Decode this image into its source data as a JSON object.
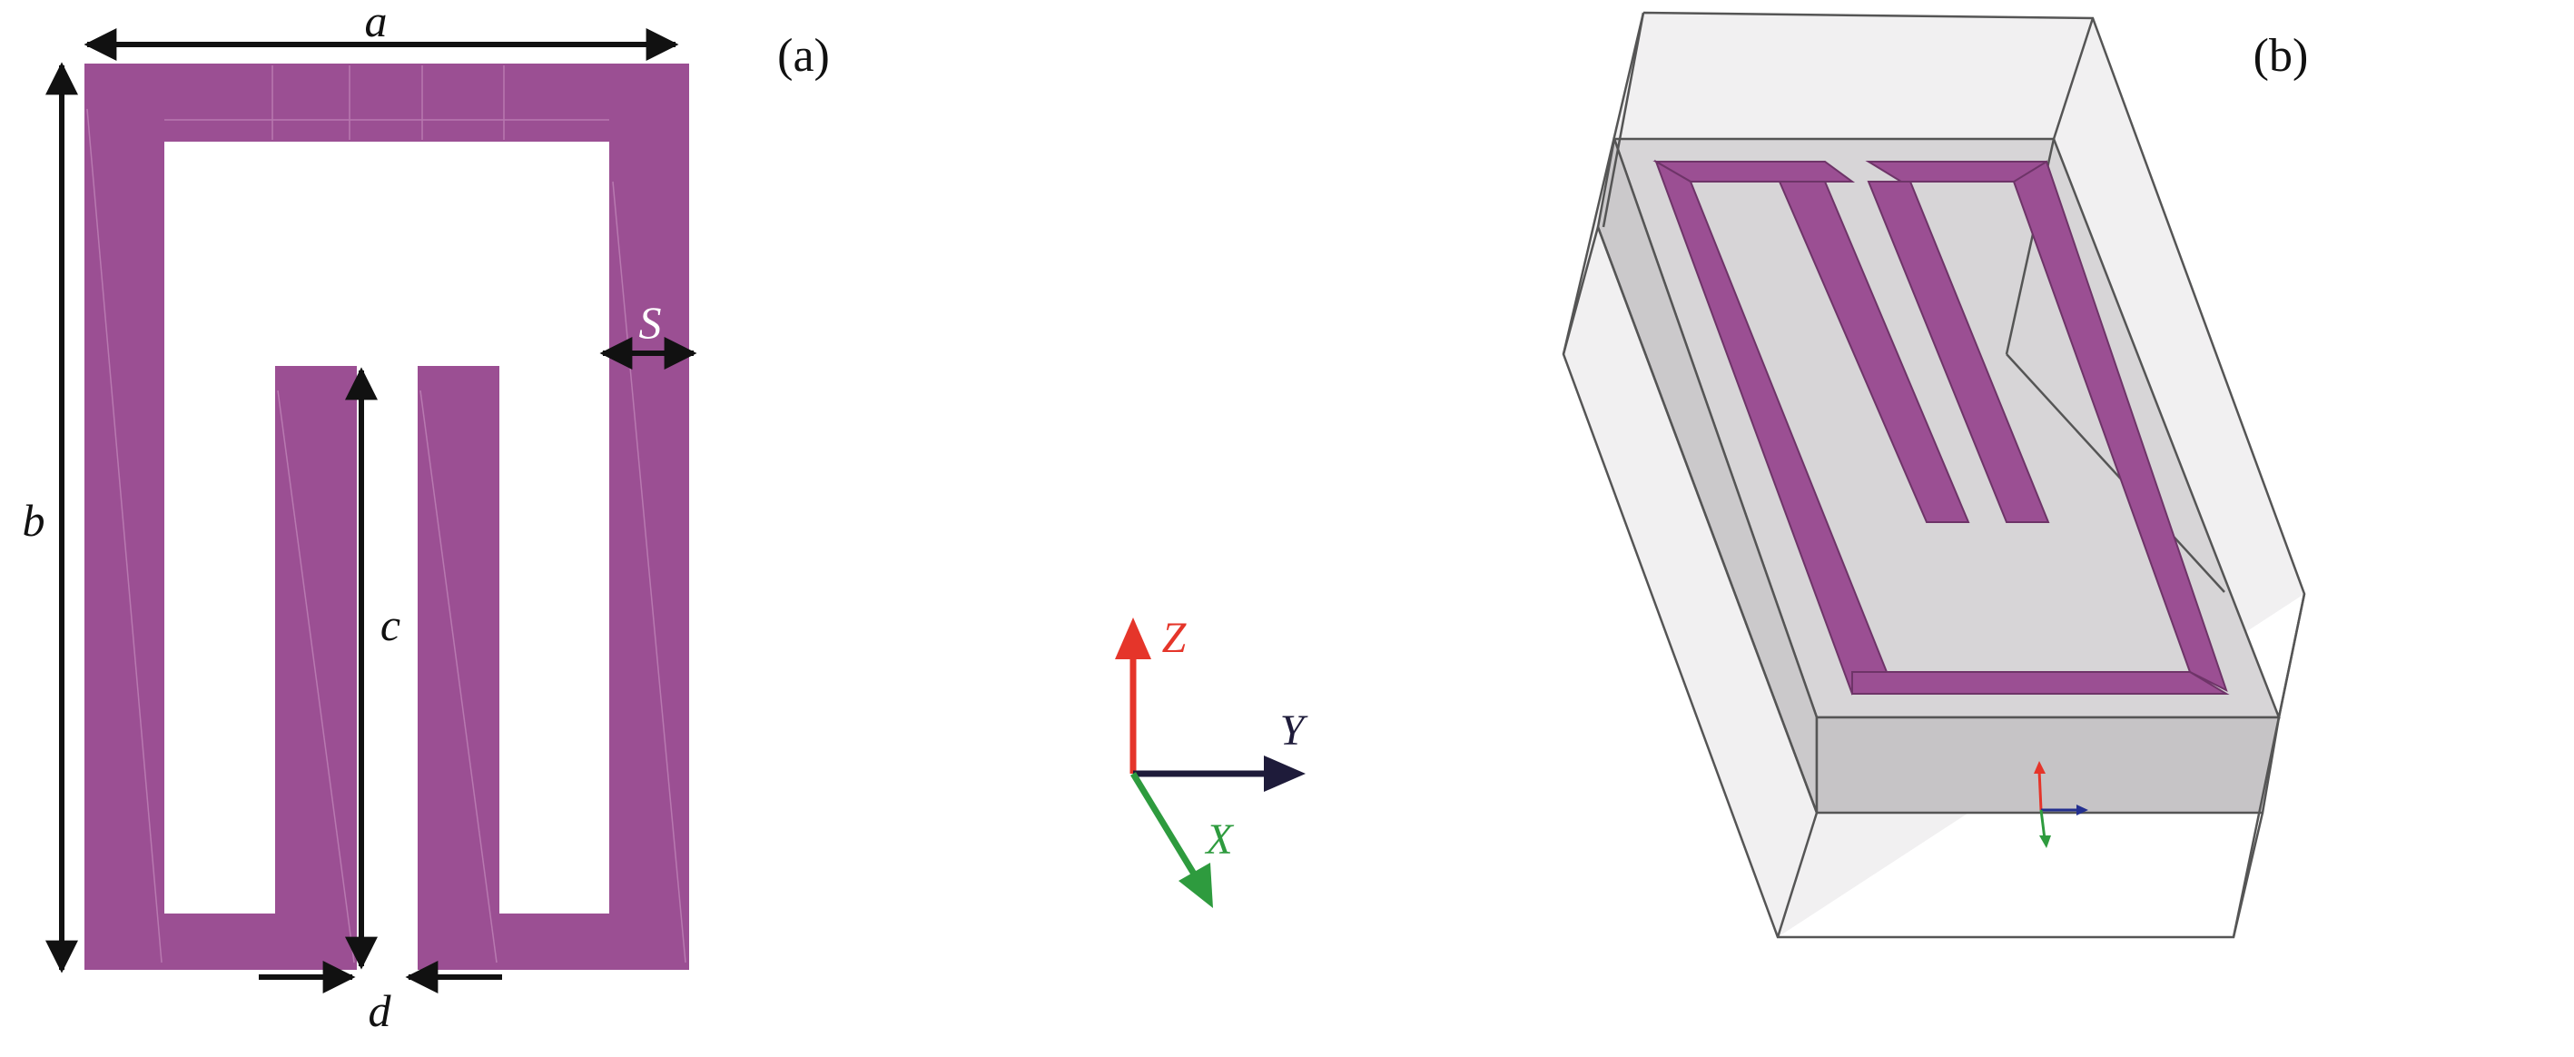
{
  "colors": {
    "metal": "#9b4f93",
    "metal_edge": "#6e3468",
    "dimension": "#111111",
    "axis_z": "#e5352a",
    "axis_y": "#1e1b3a",
    "axis_x": "#2e9b3e",
    "substrate_fill": "#d9d7d9",
    "box_edge": "#555555"
  },
  "panel_a": {
    "label": "(a)",
    "dims": {
      "a": "a",
      "b": "b",
      "c": "c",
      "d": "d",
      "s": "S"
    }
  },
  "axes": {
    "x": "X",
    "y": "Y",
    "z": "Z"
  },
  "panel_b": {
    "label": "(b)"
  }
}
